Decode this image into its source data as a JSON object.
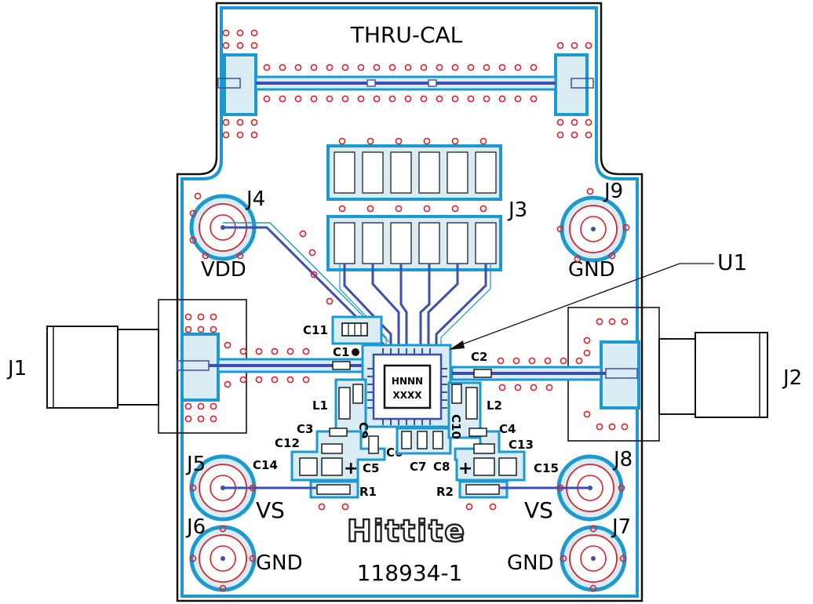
{
  "board": {
    "title": "THRU-CAL",
    "part_number": "118934-1",
    "logo_text": "Hittite",
    "chip_line1": "HNNN",
    "chip_line2": "XXXX"
  },
  "connectors": {
    "j1": "J1",
    "j2": "J2",
    "j3": "J3",
    "j4": "J4",
    "j5": "J5",
    "j6": "J6",
    "j7": "J7",
    "j8": "J8",
    "j9": "J9",
    "u1": "U1"
  },
  "net_labels": {
    "vdd": "VDD",
    "gnd_j9": "GND",
    "vs_left": "VS",
    "vs_right": "VS",
    "gnd_j6": "GND",
    "gnd_j7": "GND"
  },
  "components": {
    "c1": "C1",
    "c2": "C2",
    "c3": "C3",
    "c4": "C4",
    "c5": "C5",
    "c6": "C6",
    "c7": "C7",
    "c8": "C8",
    "c9": "C9",
    "c10": "C10",
    "c11": "C11",
    "c12": "C12",
    "c13": "C13",
    "c14": "C14",
    "c15": "C15",
    "l1": "L1",
    "l2": "L2",
    "r1": "R1",
    "r2": "R2"
  },
  "colors": {
    "outline": "#111111",
    "ground_pour": "#1a9ad0",
    "trace": "#3a4fb0",
    "via": "#e0202a"
  }
}
